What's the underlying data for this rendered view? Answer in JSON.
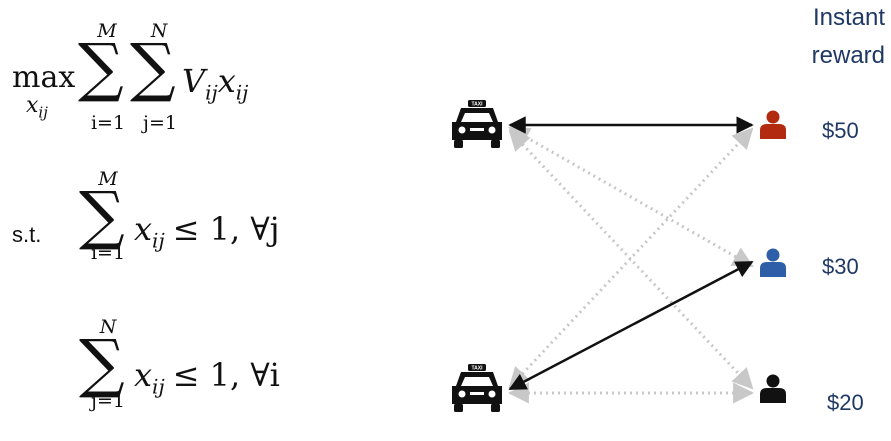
{
  "objective": {
    "operator": "max",
    "operator_sub": "x",
    "operator_sub_idx": "ij",
    "sum1_upper": "M",
    "sum1_lower": "i=1",
    "sum2_upper": "N",
    "sum2_lower": "j=1",
    "term_V": "V",
    "term_V_idx": "ij",
    "term_x": "x",
    "term_x_idx": "ij"
  },
  "constraint1": {
    "label": "s.t.",
    "sum_upper": "M",
    "sum_lower": "i=1",
    "term_x": "x",
    "term_x_idx": "ij",
    "rhs": "≤ 1, ∀j"
  },
  "constraint2": {
    "sum_upper": "N",
    "sum_lower": "j=1",
    "term_x": "x",
    "term_x_idx": "ij",
    "rhs": "≤ 1, ∀i"
  },
  "header": {
    "line1": "Instant",
    "line2": "reward"
  },
  "taxi_sign": "TAXI",
  "rewards": [
    "$50",
    "$30",
    "$20"
  ],
  "colors": {
    "text_blue": "#1f3864",
    "person_red": "#b22a10",
    "person_blue": "#2e5ea8",
    "person_black": "#111111",
    "matched_edge": "#111111",
    "candidate_edge": "#c8c8c8"
  }
}
